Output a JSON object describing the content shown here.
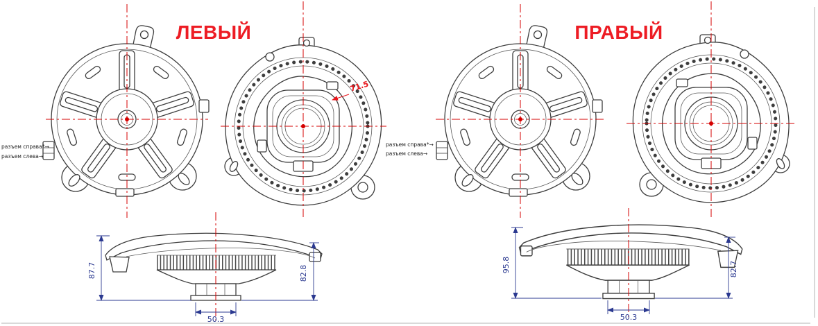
{
  "colors": {
    "centerline": "#d40000",
    "dimension": "#2b3990",
    "title_red": "#ed1c24",
    "drawing_line": "#3d3d3d"
  },
  "left_assembly": {
    "title": "ЛЕВЫЙ",
    "inner_dimension": "71.5",
    "notes": {
      "connector_right": "разъем справа*→",
      "connector_left": "разъем слева→"
    },
    "profile_dims": {
      "height_left": "87.7",
      "height_right": "82.8",
      "base_width": "50.3"
    }
  },
  "right_assembly": {
    "title": "ПРАВЫЙ",
    "notes": {
      "connector_right": "разъем справа*→",
      "connector_left": "разъем слева→"
    },
    "profile_dims": {
      "height_left": "95.8",
      "height_right": "82.7",
      "base_width": "50.3"
    }
  }
}
